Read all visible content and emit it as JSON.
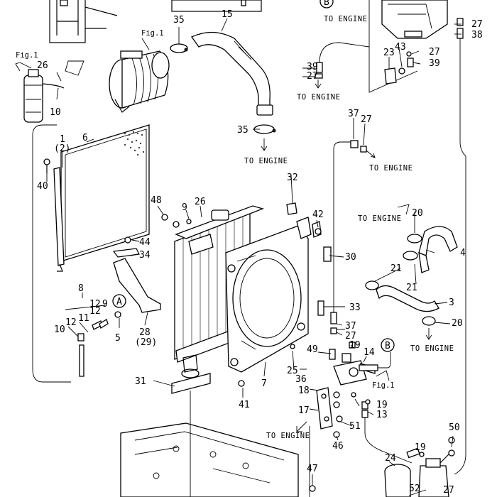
{
  "diagram": {
    "callouts": {
      "c1": "1",
      "c1b": "(2)",
      "c3": "3",
      "c4": "4",
      "c5": "5",
      "c6": "6",
      "c7": "7",
      "c8": "8",
      "c9a": "9",
      "c9b": "9",
      "c10a": "10",
      "c10b": "10",
      "c11": "11",
      "c12a": "12",
      "c12b": "12",
      "c13": "13",
      "c14": "14",
      "c15": "15",
      "c17": "17",
      "c18": "18",
      "c19a": "19",
      "c19b": "19",
      "c19c": "19",
      "c20a": "20",
      "c20b": "20",
      "c21a": "21",
      "c21b": "21",
      "c23": "23",
      "c24": "24",
      "c25": "25",
      "c26a": "26",
      "c26b": "26",
      "c27a": "27",
      "c27b": "27",
      "c27c": "27",
      "c27d": "27",
      "c27e": "27",
      "c27f": "27",
      "c28": "28",
      "c29": "(29)",
      "c30": "30",
      "c31": "31",
      "c32": "32",
      "c33": "33",
      "c34": "34",
      "c35a": "35",
      "c35b": "35",
      "c36": "36",
      "c37a": "37",
      "c37b": "37",
      "c38": "38",
      "c39a": "39",
      "c39b": "39",
      "c40": "40",
      "c41": "41",
      "c42": "42",
      "c43": "43",
      "c44": "44",
      "c46": "46",
      "c47": "47",
      "c48": "48",
      "c49": "49",
      "c50": "50",
      "c51": "51",
      "c52": "52"
    },
    "notes": {
      "to_engine": "TO ENGINE",
      "fig1": "Fig.1",
      "marker_a": "A",
      "marker_b": "B"
    }
  }
}
